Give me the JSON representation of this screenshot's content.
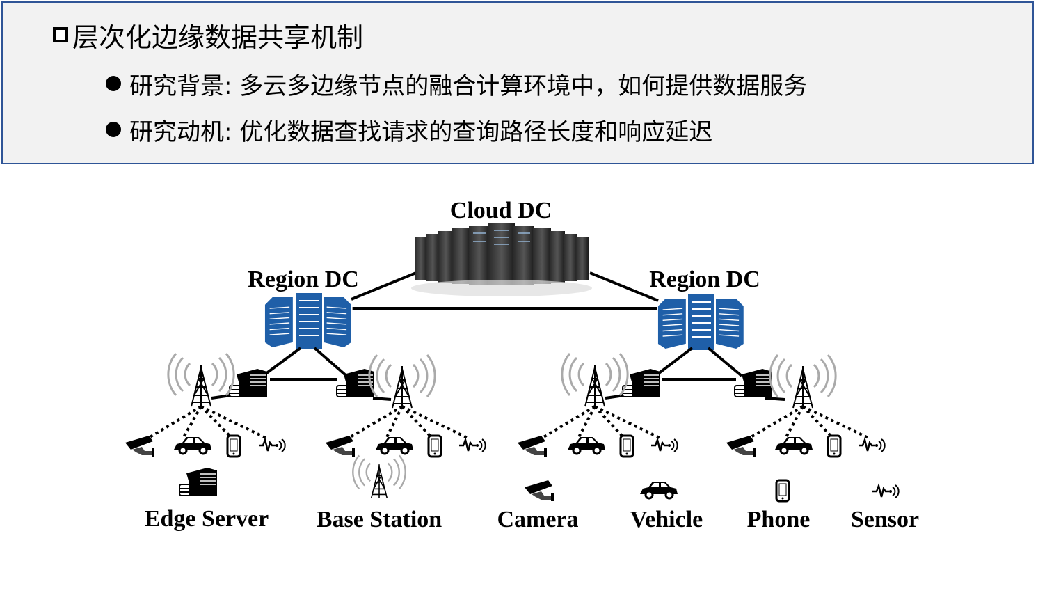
{
  "header": {
    "title": "层次化边缘数据共享机制",
    "bullets": [
      "研究背景: 多云多边缘节点的融合计算环境中，如何提供数据服务",
      "研究动机: 优化数据查找请求的查询路径长度和响应延迟"
    ]
  },
  "diagram": {
    "cloud_label": "Cloud DC",
    "region_left_label": "Region DC",
    "region_right_label": "Region DC",
    "legend": [
      {
        "label": "Edge Server",
        "icon": "edge-server-icon"
      },
      {
        "label": "Base Station",
        "icon": "base-station-icon"
      },
      {
        "label": "Camera",
        "icon": "camera-icon"
      },
      {
        "label": "Vehicle",
        "icon": "vehicle-icon"
      },
      {
        "label": "Phone",
        "icon": "phone-icon"
      },
      {
        "label": "Sensor",
        "icon": "sensor-icon"
      }
    ],
    "colors": {
      "region": "#1f5fa8",
      "header_border": "#2f5597",
      "header_bg": "#f2f2f2"
    }
  }
}
